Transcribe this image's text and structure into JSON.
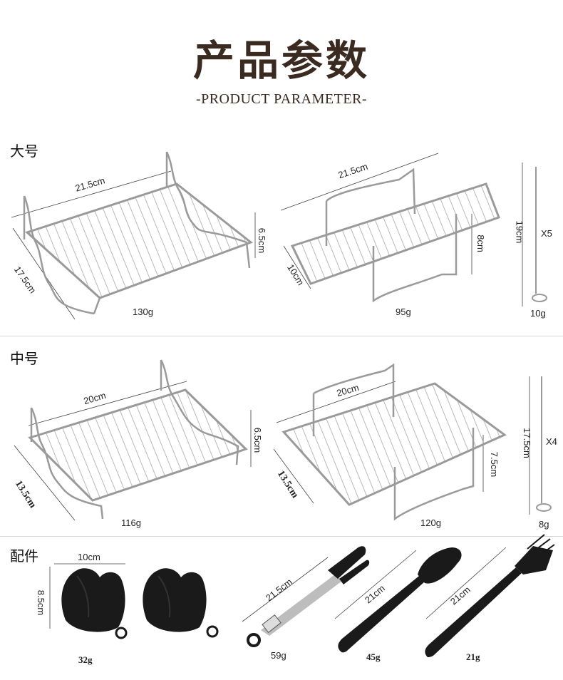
{
  "header": {
    "title": "产品参数",
    "subtitle": "-PRODUCT PARAMETER-"
  },
  "sections": {
    "large": {
      "label": "大号",
      "rack_flat": {
        "length": "21.5cm",
        "width": "17.5cm",
        "height": "6.5cm",
        "weight": "130g"
      },
      "rack_raised": {
        "length": "21.5cm",
        "width": "10cm",
        "height": "8cm",
        "weight": "95g"
      },
      "skewer": {
        "length": "19cm",
        "quantity": "X5",
        "weight": "10g"
      }
    },
    "medium": {
      "label": "中号",
      "rack_flat": {
        "length": "20cm",
        "width": "13.5cm",
        "height": "6.5cm",
        "weight": "116g"
      },
      "rack_raised": {
        "length": "20cm",
        "width": "13.5cm",
        "height": "7.5cm",
        "weight": "120g"
      },
      "skewer": {
        "length": "17.5cm",
        "quantity": "X4",
        "weight": "8g"
      }
    },
    "accessories": {
      "label": "配件",
      "mitts": {
        "width": "10cm",
        "height": "8.5cm",
        "weight": "32g"
      },
      "tongs": {
        "length": "21.5cm",
        "weight": "59g"
      },
      "spatula": {
        "length": "21cm",
        "weight": "45g"
      },
      "brush": {
        "length": "21cm",
        "weight": "21g"
      }
    }
  },
  "colors": {
    "title": "#3a2a20",
    "metal": "#9a9a9a",
    "silicone": "#1a1a1a"
  }
}
